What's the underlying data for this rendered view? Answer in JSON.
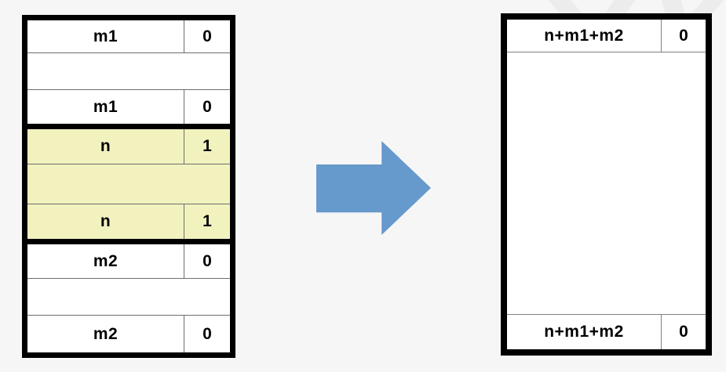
{
  "colors": {
    "background": "#f6f6f6",
    "box_fill": "#ffffff",
    "freed_block_fill": "#f2f2bf",
    "box_border": "#000000",
    "thin_line": "#6e6e6e",
    "thin_line_light": "#808080",
    "arrow": "#6699cc",
    "text": "#000000",
    "watermark": "#ececec"
  },
  "before_box": {
    "blocks": [
      {
        "highlighted": false,
        "header": {
          "size": "m1",
          "allocated_bit": "0"
        },
        "footer": {
          "size": "m1",
          "allocated_bit": "0"
        }
      },
      {
        "highlighted": true,
        "header": {
          "size": "n",
          "allocated_bit": "1"
        },
        "footer": {
          "size": "n",
          "allocated_bit": "1"
        }
      },
      {
        "highlighted": false,
        "header": {
          "size": "m2",
          "allocated_bit": "0"
        },
        "footer": {
          "size": "m2",
          "allocated_bit": "0"
        }
      }
    ]
  },
  "arrow": {
    "icon": "right-block-arrow"
  },
  "after_box": {
    "blocks": [
      {
        "highlighted": false,
        "header": {
          "size": "n+m1+m2",
          "allocated_bit": "0"
        },
        "footer": {
          "size": "n+m1+m2",
          "allocated_bit": "0"
        }
      }
    ]
  }
}
